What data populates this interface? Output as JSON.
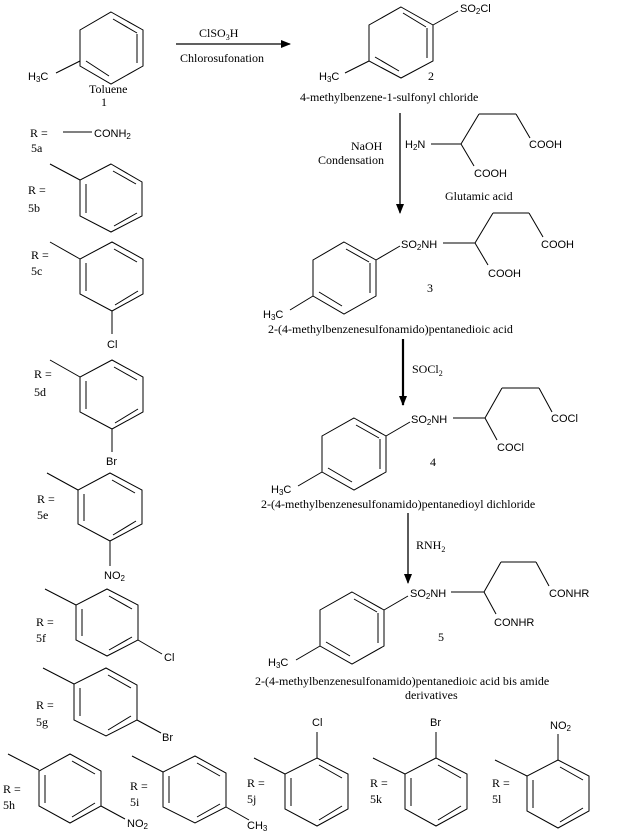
{
  "title": "Synthesis of 2-(4-methylbenzenesulfonamido)pentanedioic acid bis amide derivatives",
  "compounds": {
    "toluene": {
      "name": "Toluene",
      "number": "1",
      "substituent": "H3C"
    },
    "c2": {
      "name": "4-methylbenzene-1-sulfonyl chloride",
      "number": "2",
      "group": "SO2Cl",
      "methyl": "H3C"
    },
    "glutamic": {
      "name": "Glutamic acid",
      "amine": "H2N",
      "acid1": "COOH",
      "acid2": "COOH"
    },
    "c3": {
      "name": "2-(4-methylbenzenesulfonamido)pentanedioic acid",
      "number": "3",
      "link": "SO2NH",
      "g1": "COOH",
      "g2": "COOH",
      "methyl": "H3C"
    },
    "c4": {
      "name": "2-(4-methylbenzenesulfonamido)pentanedioyl dichloride",
      "number": "4",
      "link": "SO2NH",
      "g1": "COCl",
      "g2": "COCl",
      "methyl": "H3C"
    },
    "c5": {
      "name_line1": "2-(4-methylbenzenesulfonamido)pentanedioic acid bis amide",
      "name_line2": "derivatives",
      "number": "5",
      "link": "SO2NH",
      "g1": "CONHR",
      "g2": "CONHR",
      "methyl": "H3C"
    }
  },
  "steps": [
    {
      "reagent": "ClSO3H",
      "condition": "Chlorosufonation"
    },
    {
      "reagent": "NaOH",
      "condition": "Condensation"
    },
    {
      "reagent": "SOCl2",
      "condition": ""
    },
    {
      "reagent": "RNH2",
      "condition": ""
    }
  ],
  "r_groups": [
    {
      "label": "5a",
      "r": "R =",
      "group": "CONH2"
    },
    {
      "label": "5b",
      "r": "R =",
      "group": "phenyl"
    },
    {
      "label": "5c",
      "r": "R =",
      "group": "Cl"
    },
    {
      "label": "5d",
      "r": "R =",
      "group": "Br"
    },
    {
      "label": "5e",
      "r": "R =",
      "group": "NO2"
    },
    {
      "label": "5f",
      "r": "R =",
      "group": "Cl"
    },
    {
      "label": "5g",
      "r": "R =",
      "group": "Br"
    },
    {
      "label": "5h",
      "r": "R =",
      "group": "NO2"
    },
    {
      "label": "5i",
      "r": "R =",
      "group": "CH3"
    },
    {
      "label": "5j",
      "r": "R =",
      "group": "Cl"
    },
    {
      "label": "5k",
      "r": "R =",
      "group": "Br"
    },
    {
      "label": "5l",
      "r": "R =",
      "group": "NO2"
    }
  ]
}
